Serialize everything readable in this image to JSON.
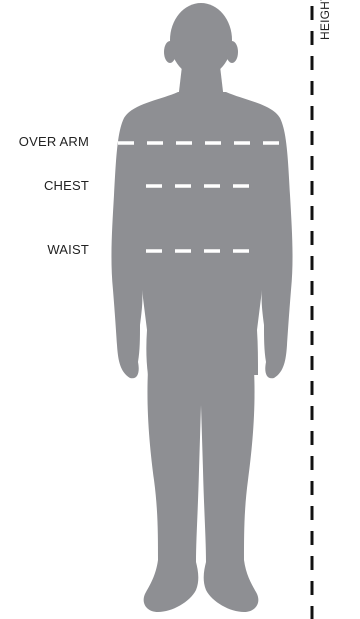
{
  "labels": {
    "over_arm": "OVER ARM",
    "chest": "CHEST",
    "waist": "WAIST",
    "height": "HEIGHT"
  },
  "colors": {
    "silhouette": "#8e8f93",
    "measure_line": "#ffffff",
    "height_line": "#111111",
    "text": "#222222"
  },
  "icons": {
    "figure": "human-body-silhouette-icon"
  }
}
